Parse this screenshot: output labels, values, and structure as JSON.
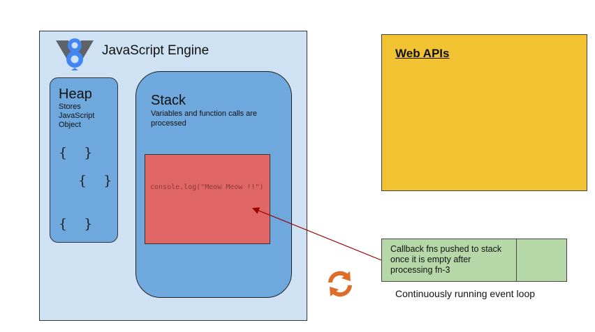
{
  "engine": {
    "title": "JavaScript Engine",
    "logo_icon": "v8-logo-icon"
  },
  "heap": {
    "title": "Heap",
    "description": "Stores JavaScript Object",
    "braces": [
      "{    }",
      "{    }",
      "{    }"
    ]
  },
  "stack": {
    "title": "Stack",
    "description": "Variables and function calls are processed",
    "code": "console.log(\"Meow Meow !!\")"
  },
  "web_apis": {
    "title": "Web APIs"
  },
  "callback_queue": {
    "text": "Callback fns pushed to stack once it is empty after processing fn-3"
  },
  "event_loop": {
    "caption": "Continuously running event loop",
    "icon": "refresh-cycle-icon"
  },
  "colors": {
    "engine_bg": "#cfe2f3",
    "heap_stack_bg": "#6fa8dc",
    "console_bg": "#e06666",
    "web_apis_bg": "#f1c232",
    "callback_bg": "#b6d7a8",
    "arrow": "#990000",
    "loop_icon": "#e06c2b",
    "logo_blue": "#4285f4"
  }
}
